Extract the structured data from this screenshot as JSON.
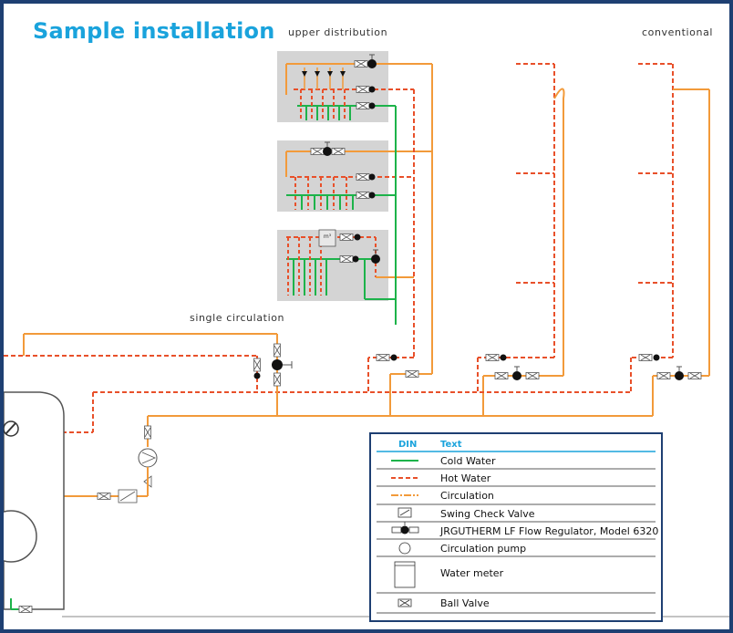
{
  "title": "Sample installation",
  "labels": {
    "upper_distribution": "upper distribution",
    "conventional": "conventional",
    "single_circulation": "single circulation",
    "water_meter_symbol": "m³"
  },
  "legend": {
    "col_symbol": "DIN",
    "col_text": "Text",
    "items": [
      {
        "text": "Cold Water",
        "symbol": "cold-line",
        "color": "#1db34a"
      },
      {
        "text": "Hot Water",
        "symbol": "hot-line",
        "color": "#e8502a"
      },
      {
        "text": "Circulation",
        "symbol": "circ-line",
        "color": "#f29a3a"
      },
      {
        "text": "Swing Check Valve",
        "symbol": "swing-check-valve"
      },
      {
        "text": "JRGUTHERM LF Flow Regulator, Model 6320",
        "symbol": "flow-regulator"
      },
      {
        "text": "Circulation pump",
        "symbol": "circulation-pump"
      },
      {
        "text": "Water meter",
        "symbol": "water-meter"
      },
      {
        "text": "Ball Valve",
        "symbol": "ball-valve"
      }
    ]
  },
  "colors": {
    "frame": "#1e3f72",
    "title": "#1aa3dc",
    "cold_water": "#1db34a",
    "hot_water": "#e8502a",
    "circulation": "#f29a3a",
    "panel": "#d4d4d4"
  }
}
